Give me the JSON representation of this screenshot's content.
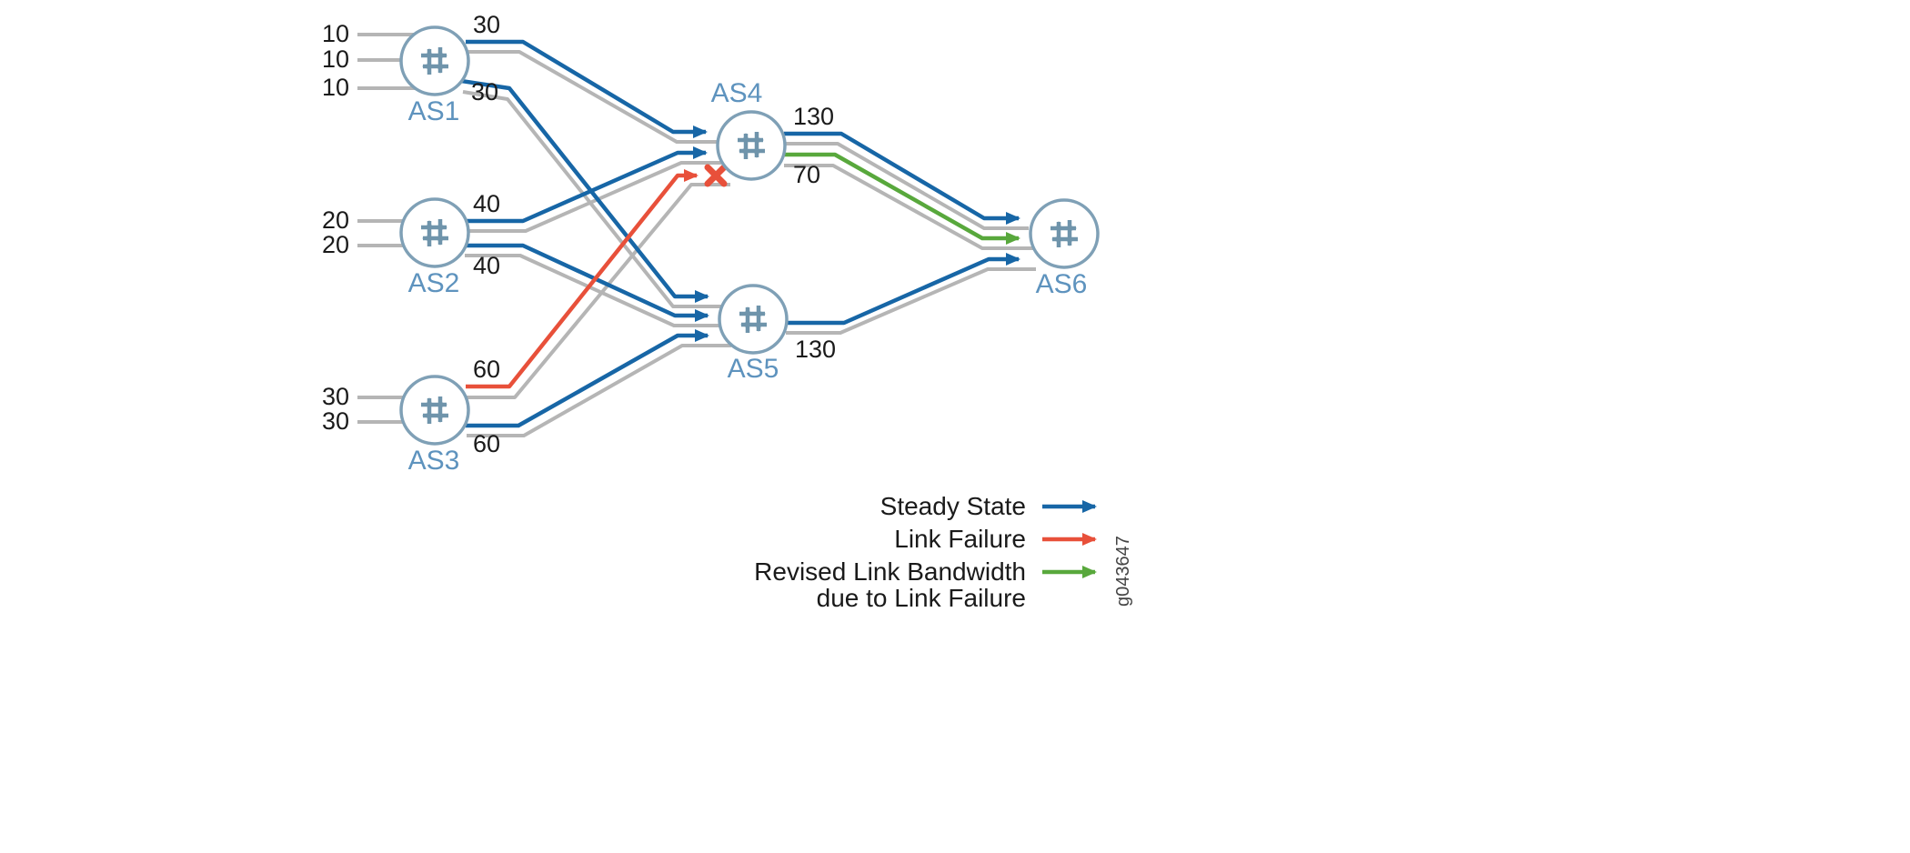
{
  "colors": {
    "steady_state": "#1766A6",
    "link_failure": "#E8503A",
    "revised_bandwidth": "#58A83C",
    "physical_link": "#B5B5B5",
    "node_outline": "#7FA0B6",
    "node_arrows": "#6F94AB",
    "node_label": "#5E93BE",
    "label_text": "#1A1A1A"
  },
  "nodes": {
    "as1": {
      "label": "AS1"
    },
    "as2": {
      "label": "AS2"
    },
    "as3": {
      "label": "AS3"
    },
    "as4": {
      "label": "AS4"
    },
    "as5": {
      "label": "AS5"
    },
    "as6": {
      "label": "AS6"
    }
  },
  "inputs": {
    "as1": [
      "10",
      "10",
      "10"
    ],
    "as2": [
      "20",
      "20"
    ],
    "as3": [
      "30",
      "30"
    ]
  },
  "edges": [
    {
      "from": "AS1",
      "to": "AS4",
      "type": "steady_state",
      "label": "30"
    },
    {
      "from": "AS1",
      "to": "AS5",
      "type": "steady_state",
      "label": "30"
    },
    {
      "from": "AS2",
      "to": "AS4",
      "type": "steady_state",
      "label": "40"
    },
    {
      "from": "AS2",
      "to": "AS5",
      "type": "steady_state",
      "label": "40"
    },
    {
      "from": "AS3",
      "to": "AS4",
      "type": "link_failure",
      "label": "60",
      "failed": true
    },
    {
      "from": "AS3",
      "to": "AS5",
      "type": "steady_state",
      "label": "60"
    },
    {
      "from": "AS4",
      "to": "AS6",
      "type": "steady_state",
      "label": "130"
    },
    {
      "from": "AS4",
      "to": "AS6",
      "type": "revised_bandwidth",
      "label": "70"
    },
    {
      "from": "AS5",
      "to": "AS6",
      "type": "steady_state",
      "label": "130"
    }
  ],
  "legend": {
    "steady_state": "Steady State",
    "link_failure": "Link Failure",
    "revised_line1": "Revised Link Bandwidth",
    "revised_line2": "due to Link Failure"
  },
  "figure_id": "g043647"
}
